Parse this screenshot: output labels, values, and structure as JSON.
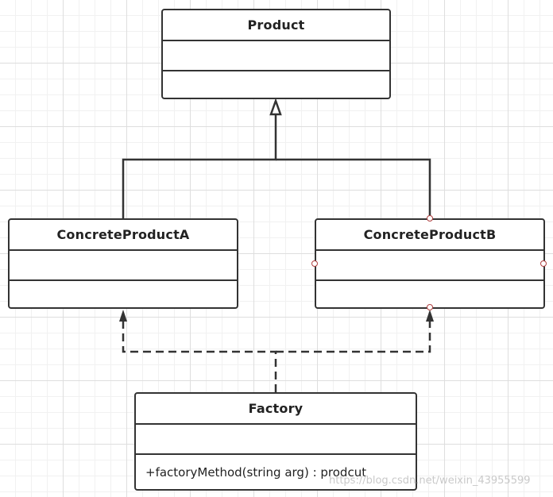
{
  "diagram": {
    "classes": {
      "product": {
        "name": "Product"
      },
      "concrete_a": {
        "name": "ConcreteProductA"
      },
      "concrete_b": {
        "name": "ConcreteProductB"
      },
      "factory": {
        "name": "Factory",
        "method": "+factoryMethod(string arg) : prodcut"
      }
    },
    "relations": [
      {
        "from": "ConcreteProductA",
        "to": "Product",
        "type": "generalization"
      },
      {
        "from": "ConcreteProductB",
        "to": "Product",
        "type": "generalization"
      },
      {
        "from": "Factory",
        "to": "ConcreteProductA",
        "type": "dependency"
      },
      {
        "from": "Factory",
        "to": "ConcreteProductB",
        "type": "dependency"
      }
    ],
    "colors": {
      "line": "#333333",
      "handle": "#b04040",
      "grid": "#dedede"
    }
  },
  "watermark": "https://blog.csdn.net/weixin_43955599"
}
